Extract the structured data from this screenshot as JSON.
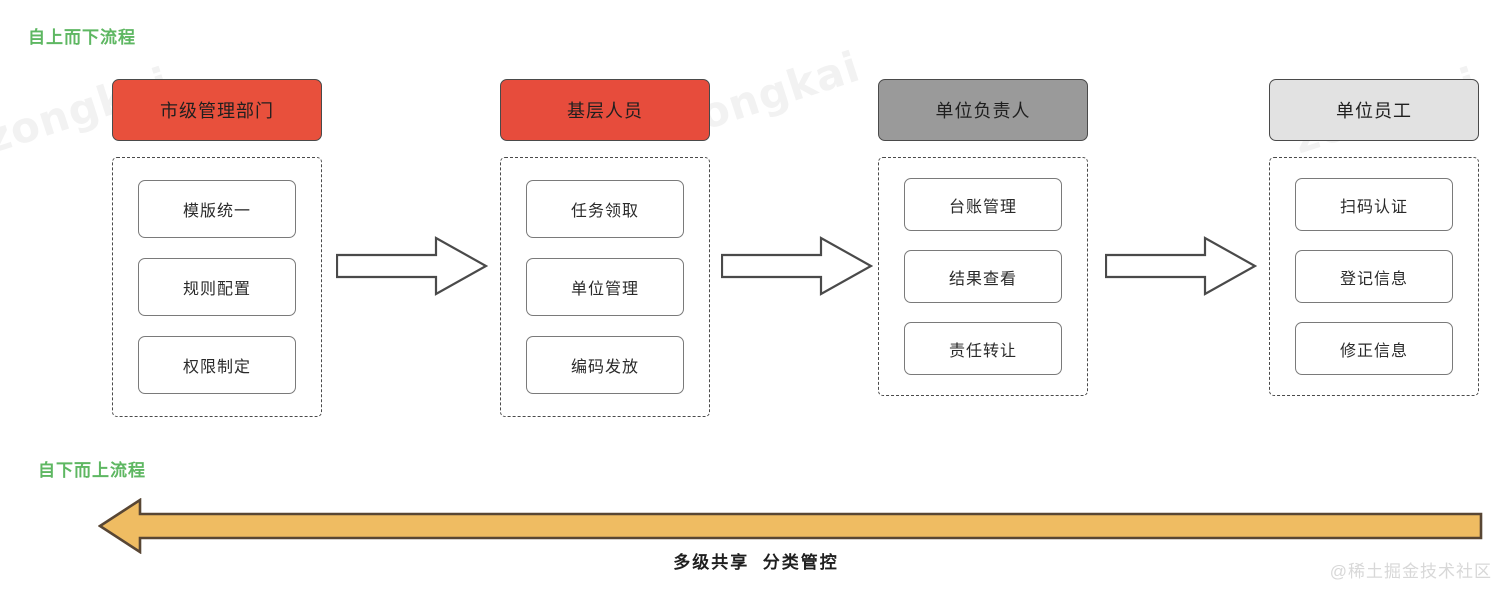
{
  "sections": {
    "top_title": "自上而下流程",
    "bottom_title": "自下而上流程"
  },
  "columns": [
    {
      "header": "市级管理部门",
      "header_color": "#e8503c",
      "header_style": "red",
      "items": [
        "模版统一",
        "规则配置",
        "权限制定"
      ]
    },
    {
      "header": "基层人员",
      "header_color": "#e74c3c",
      "header_style": "red",
      "items": [
        "任务领取",
        "单位管理",
        "编码发放"
      ]
    },
    {
      "header": "单位负责人",
      "header_color": "#9a9a9a",
      "header_style": "gray",
      "items": [
        "台账管理",
        "结果查看",
        "责任转让"
      ]
    },
    {
      "header": "单位员工",
      "header_color": "#e2e2e2",
      "header_style": "light",
      "items": [
        "扫码认证",
        "登记信息",
        "修正信息"
      ]
    }
  ],
  "flow_arrows": {
    "direction": "right",
    "count": 3,
    "fill": "#ffffff",
    "stroke": "#4a4a4a"
  },
  "bottom_arrow": {
    "direction": "left",
    "fill": "#efbc62",
    "stroke": "#584634",
    "caption": "多级共享  分类管控"
  },
  "watermarks": {
    "diagonal": "zongkai",
    "corner": "@稀土掘金技术社区"
  },
  "colors": {
    "accent_green": "#5eb762",
    "header_red": "#e74c3c",
    "header_gray": "#9a9a9a",
    "header_light": "#e2e2e2",
    "arrow_orange": "#efbc62",
    "outline": "#4a4a4a"
  }
}
